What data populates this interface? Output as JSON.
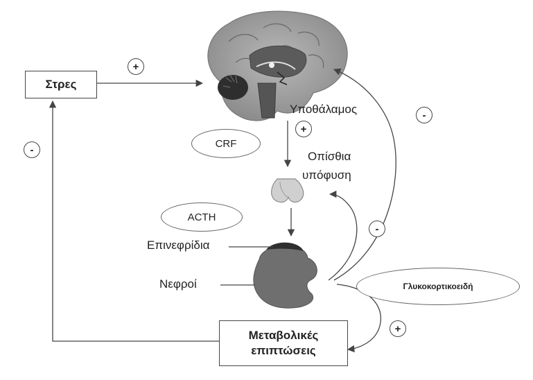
{
  "boxes": {
    "stress": "Στρες",
    "metabolic_line1": "Μεταβολικές",
    "metabolic_line2": "επιπτώσεις"
  },
  "labels": {
    "hypothalamus": "Υποθάλαμος",
    "pituitary_line1": "Οπίσθια",
    "pituitary_line2": "υπόφυση",
    "adrenals": "Επινεφρίδια",
    "kidneys": "Νεφροί"
  },
  "hormones": {
    "crf": "CRF",
    "acth": "ACTH",
    "glucocorticoids": "Γλυκοκορτικοειδή"
  },
  "signs": {
    "stress_to_brain": "+",
    "hypothalamus_to_pituitary": "+",
    "feedback_to_brain": "-",
    "feedback_to_pituitary": "-",
    "feedback_to_stress": "-",
    "to_metabolic": "+"
  }
}
